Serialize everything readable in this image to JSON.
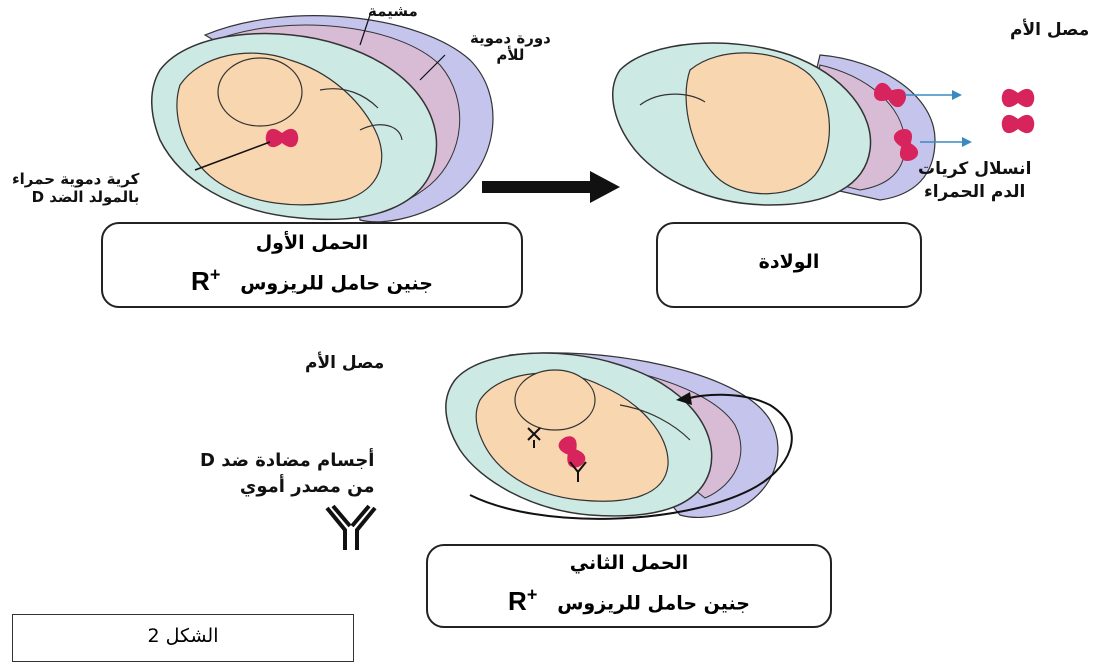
{
  "labels": {
    "placenta": "مشيمة",
    "maternal_circulation_line1": "دورة دموية",
    "maternal_circulation_line2": "للأم",
    "maternal_serum_top": "مصل الأم",
    "rbc_line1": "كرية دموية حمراء",
    "rbc_line2": "بالمولد الضد D",
    "rbc_leak_line1": "انسلال كريات",
    "rbc_leak_line2": "الدم الحمراء",
    "maternal_serum_bottom": "مصل الأم",
    "antibodies_line1": "أجسام مضادة ضد D",
    "antibodies_line2": "من مصدر أموي"
  },
  "boxes": {
    "first_pregnancy": {
      "title": "الحمل الأول",
      "subtitle": "جنين حامل للريزوس",
      "rh": "R",
      "rh_sign": "+"
    },
    "birth": {
      "title": "الولادة"
    },
    "second_pregnancy": {
      "title": "الحمل الثاني",
      "subtitle": "جنين حامل للريزوس",
      "rh": "R",
      "rh_sign": "+"
    }
  },
  "figure_label": "الشكل 2",
  "colors": {
    "amnion": "#cde9e4",
    "fetus": "#f8d7b0",
    "placenta": "#d8bcd6",
    "maternal_tissue": "#c4c4ec",
    "rbc": "#d8245c",
    "antibody": "#1a1a1a"
  }
}
